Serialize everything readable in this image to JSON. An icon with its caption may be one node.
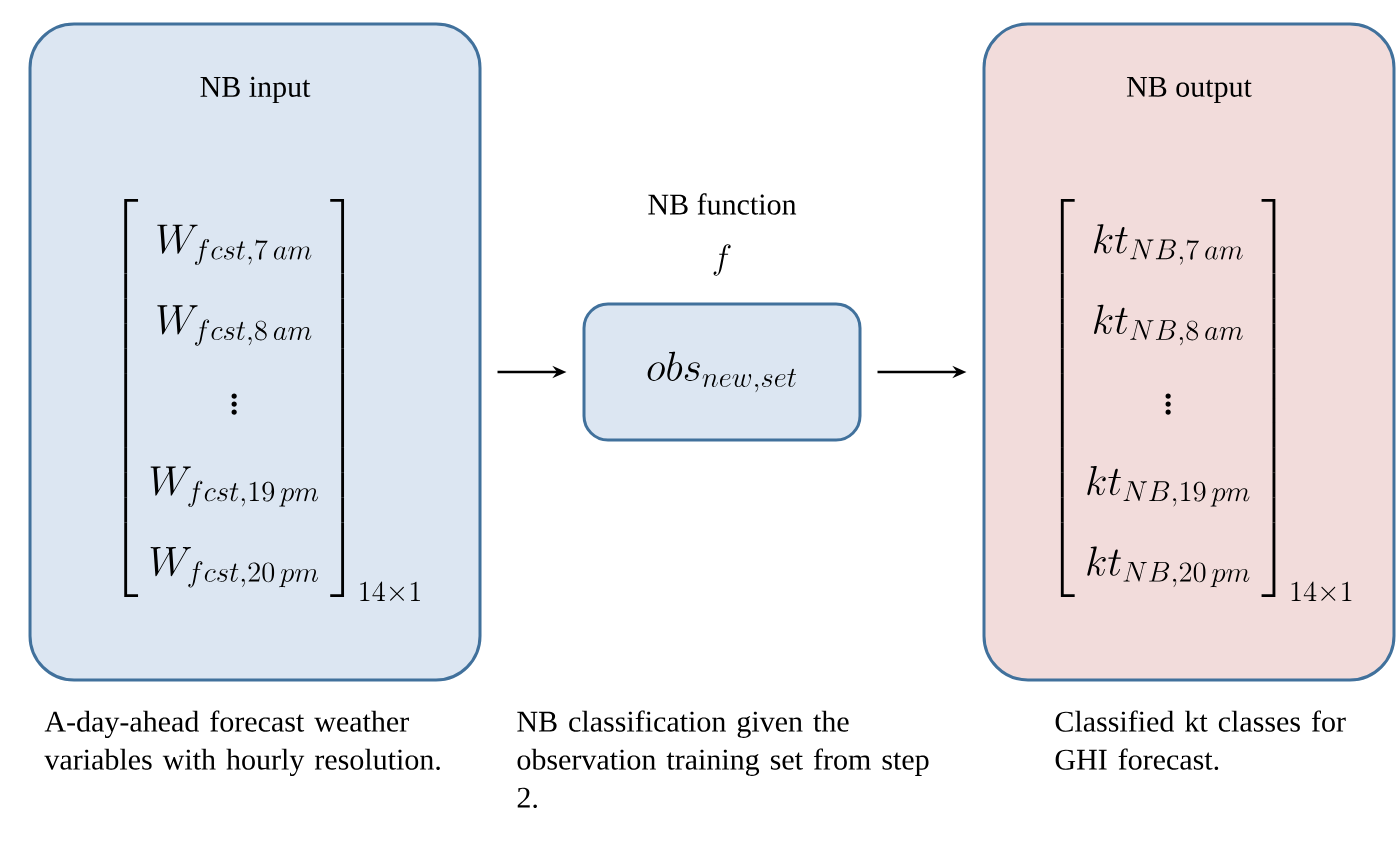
{
  "diagram": {
    "nodes": [
      {
        "text": [
          "NB input",
          "\\left[\\begin{array}{c} W_{fcst,7\\,am} \\\\ W_{fcst,8\\,am} \\\\ \\vdots \\\\ W_{fcst,19\\,pm} \\\\ W_{fcst,20\\,pm} \\end{array}\\right]_{14\\times 1}"
        ],
        "beside": [
          "A-day-ahead forecast weather variables with hourly resolution."
        ]
      },
      {
        "text": [
          "NB function",
          "f",
          "obs_{new,set}"
        ]
      },
      {
        "text": [
          "NB output",
          "\\left[\\begin{array}{c} kt_{NB,7\\,am} \\\\ kt_{NB,8\\,am} \\\\ \\vdots \\\\ kt_{NB,19\\,pm} \\\\ kt_{NB,20\\,pm} \\end{array}\\right]_{14\\times 1}"
        ],
        "beside": [
          "Classified kt classes for GHI forecast."
        ]
      }
    ],
    "edges": [
      {
        "from": 0,
        "to": 1,
        "arrow": "to"
      },
      {
        "from": 1,
        "to": 2,
        "arrow": "to"
      }
    ],
    "labels": [
      "NB classification given the observation training set from step 2."
    ]
  }
}
